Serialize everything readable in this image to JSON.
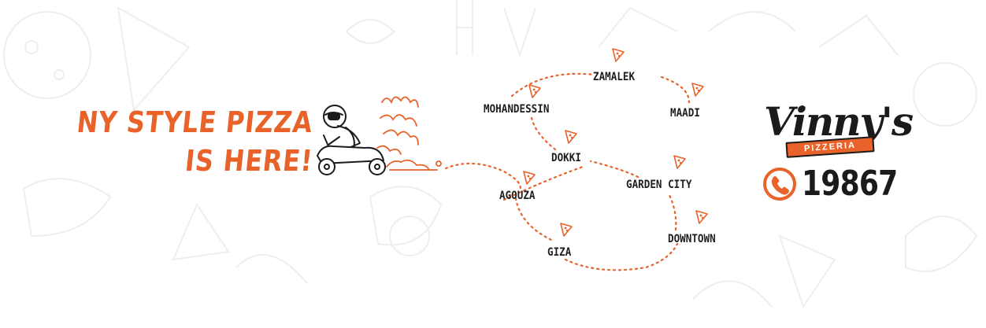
{
  "headline": {
    "line1": "NY STYLE PIZZA",
    "line2": "IS HERE!"
  },
  "brand": {
    "name": "Vinny's",
    "subtitle": "PIZZERIA",
    "phone": "19867"
  },
  "areas": [
    {
      "name": "ZAMALEK"
    },
    {
      "name": "MOHANDESSIN"
    },
    {
      "name": "MAADI"
    },
    {
      "name": "DOKKI"
    },
    {
      "name": "GARDEN CITY"
    },
    {
      "name": "AGOUZA"
    },
    {
      "name": "GIZA"
    },
    {
      "name": "DOWNTOWN"
    }
  ],
  "colors": {
    "accent": "#e8622a",
    "ink": "#1b1b1b",
    "background": "#ffffff"
  },
  "icons": [
    "pizza-slice-icon",
    "phone-icon",
    "scooter-rider-illustration"
  ]
}
